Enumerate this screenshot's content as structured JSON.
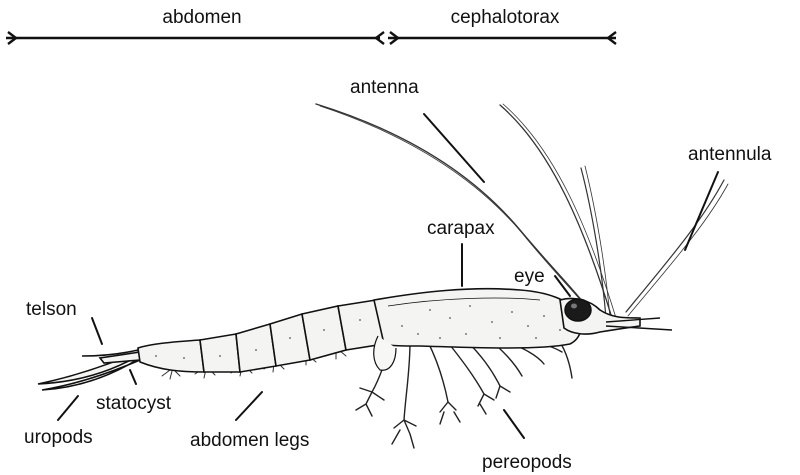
{
  "diagram": {
    "sections": {
      "abdomen": "abdomen",
      "cephalotorax": "cephalotorax"
    },
    "labels": {
      "antenna": "antenna",
      "antennula": "antennula",
      "carapax": "carapax",
      "eye": "eye",
      "telson": "telson",
      "statocyst": "statocyst",
      "uropods": "uropods",
      "abdomen_legs": "abdomen legs",
      "pereopods": "pereopods"
    },
    "colors": {
      "ink": "#111111",
      "body_fill": "#f4f4f2",
      "eye_fill": "#1a1a1a"
    }
  }
}
